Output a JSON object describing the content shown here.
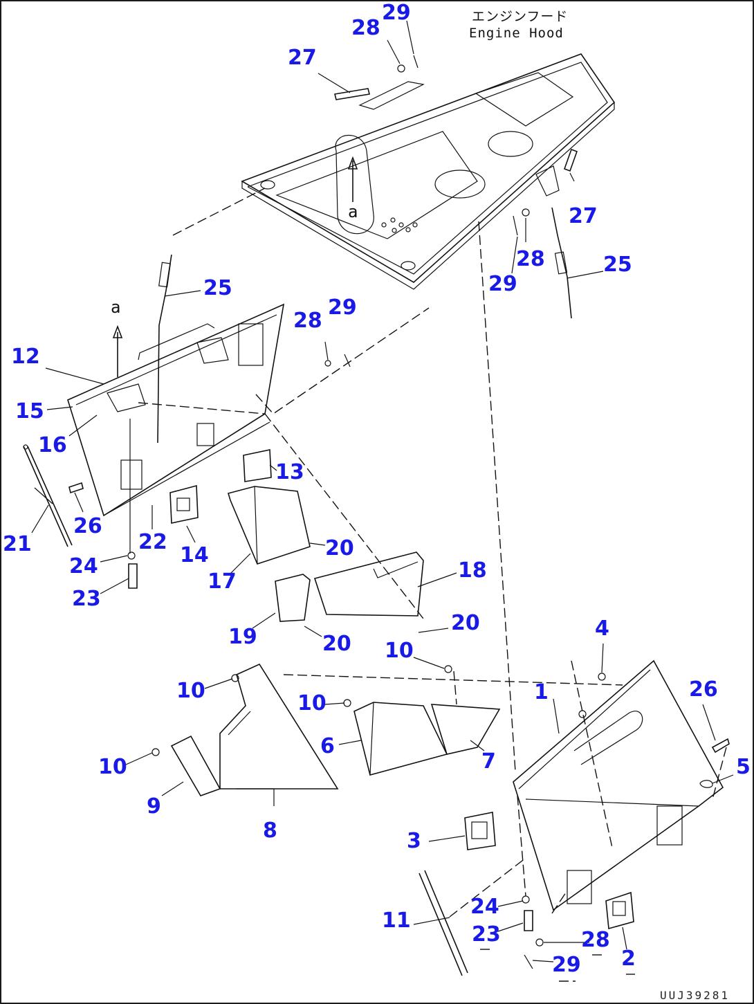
{
  "diagram": {
    "callouts": [
      "1",
      "2",
      "3",
      "4",
      "5",
      "6",
      "7",
      "8",
      "9",
      "10",
      "11",
      "12",
      "13",
      "14",
      "15",
      "16",
      "17",
      "18",
      "19",
      "20",
      "21",
      "22",
      "23",
      "24",
      "25",
      "26",
      "27",
      "28",
      "29"
    ],
    "caption": {
      "jp": "エンジンフード",
      "en": "Engine Hood"
    },
    "view_marker": "a",
    "drawing_code": "UUJ39281"
  }
}
